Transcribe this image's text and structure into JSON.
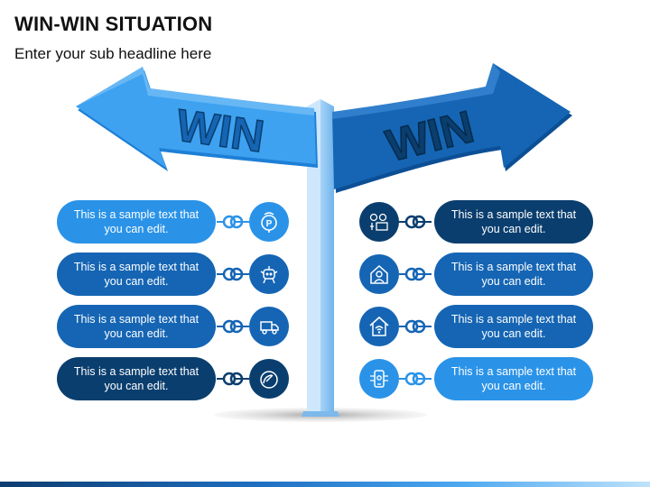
{
  "header": {
    "title": "WIN-WIN SITUATION",
    "subtitle": "Enter your sub headline here"
  },
  "signpost": {
    "left_label": "WIN",
    "right_label": "WIN"
  },
  "left_items": [
    {
      "text": "This is a sample text that you can edit.",
      "icon": "parking-location-icon",
      "color": "#2a93e8"
    },
    {
      "text": "This is a sample text that you can edit.",
      "icon": "robot-icon",
      "color": "#1565b4"
    },
    {
      "text": "This is a sample text that you can edit.",
      "icon": "delivery-truck-icon",
      "color": "#1565b4"
    },
    {
      "text": "This is a sample text that you can edit.",
      "icon": "satellite-dish-icon",
      "color": "#0a3e6e"
    }
  ],
  "right_items": [
    {
      "text": "This is a sample text that you can edit.",
      "icon": "iot-devices-icon",
      "color": "#0a3e6e"
    },
    {
      "text": "This is a sample text that you can edit.",
      "icon": "smart-home-user-icon",
      "color": "#1565b4"
    },
    {
      "text": "This is a sample text that you can edit.",
      "icon": "smart-home-wifi-icon",
      "color": "#1565b4"
    },
    {
      "text": "This is a sample text that you can edit.",
      "icon": "smart-phone-control-icon",
      "color": "#2a93e8"
    }
  ],
  "colors": {
    "light_blue": "#2a93e8",
    "medium_blue": "#1565b4",
    "dark_blue": "#0a3e6e",
    "arrow_left": "#2f95ea",
    "arrow_right": "#1260b0",
    "pole": "#a8d3f7"
  }
}
